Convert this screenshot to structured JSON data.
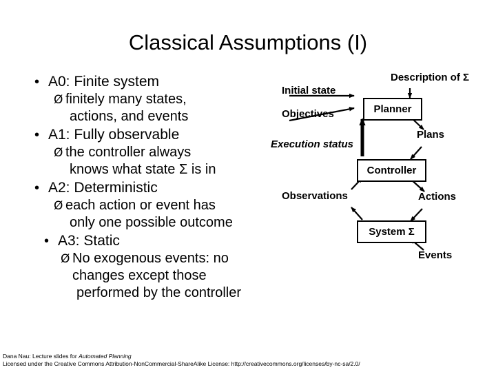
{
  "slide": {
    "title": "Classical Assumptions (I)",
    "bullets": [
      {
        "level": 1,
        "marker": "•",
        "text": "A0: Finite system"
      },
      {
        "level": 2,
        "marker": "Ø",
        "line1": "finitely many states,",
        "line2": "actions, and events"
      },
      {
        "level": 1,
        "marker": "•",
        "text": "A1: Fully observable"
      },
      {
        "level": 2,
        "marker": "Ø",
        "line1": "the controller always",
        "line2": "knows what state Σ is in"
      },
      {
        "level": 1,
        "marker": "•",
        "text": "A2: Deterministic"
      },
      {
        "level": 2,
        "marker": "Ø",
        "line1": "each action or event has",
        "line2": "only one possible outcome"
      },
      {
        "level": 1,
        "marker": "•",
        "text": "A3: Static"
      },
      {
        "level": 2,
        "marker": "Ø",
        "line1": "No exogenous events: no changes except those",
        "line2": "performed by the controller"
      }
    ],
    "diagram": {
      "boxes": [
        {
          "name": "planner",
          "label": "Planner"
        },
        {
          "name": "controller",
          "label": "Controller"
        },
        {
          "name": "system",
          "label": "System Σ"
        }
      ],
      "labels": [
        {
          "name": "description-of-sigma",
          "label": "Description of Σ"
        },
        {
          "name": "initial-state",
          "label": "Initial state"
        },
        {
          "name": "objectives",
          "label": "Objectives"
        },
        {
          "name": "plans",
          "label": "Plans"
        },
        {
          "name": "execution-status",
          "label": "Execution status"
        },
        {
          "name": "observations",
          "label": "Observations"
        },
        {
          "name": "actions",
          "label": "Actions"
        },
        {
          "name": "events",
          "label": "Events"
        }
      ]
    },
    "footer": {
      "line1_a": "Dana Nau: Lecture slides for ",
      "line1_b": "Automated Planning",
      "line2": "Licensed under the Creative Commons Attribution-Non­Commercial-Share­Alike License:  http://creativecommons.org/licenses/by-nc-sa/2.0/"
    }
  }
}
